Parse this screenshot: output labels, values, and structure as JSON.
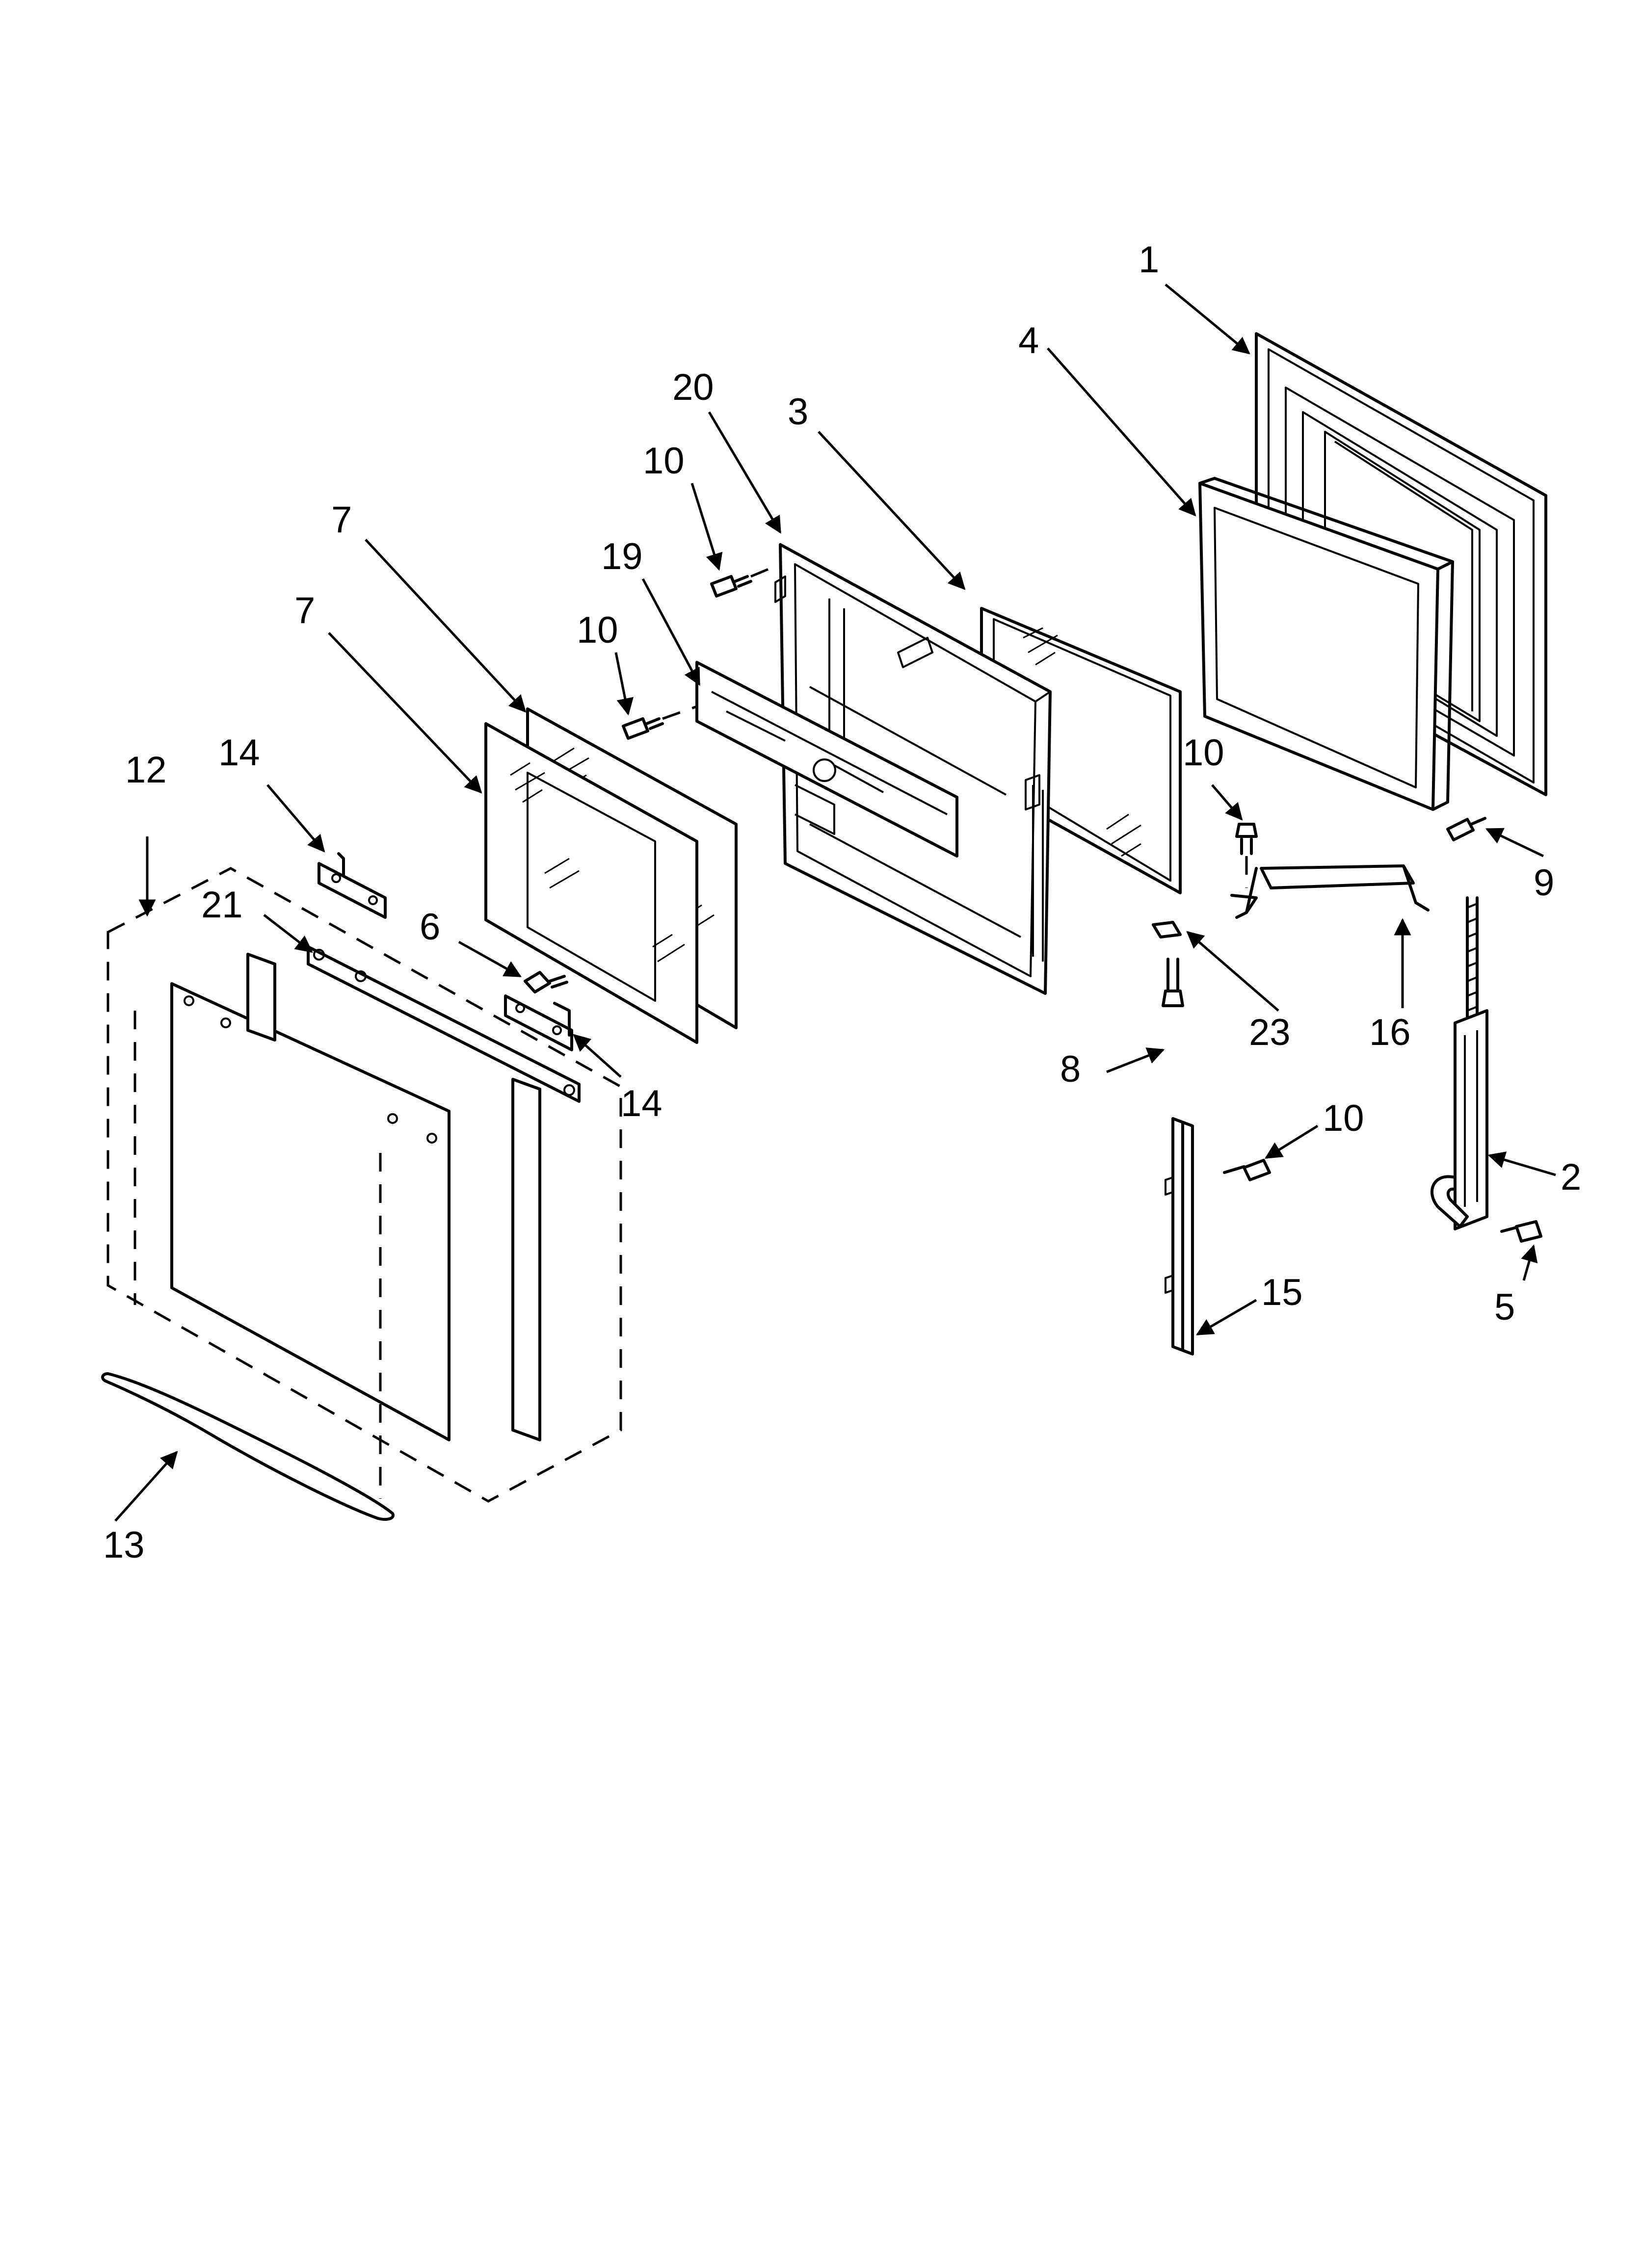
{
  "callouts": {
    "c1": "1",
    "c2": "2",
    "c3": "3",
    "c4": "4",
    "c5": "5",
    "c6": "6",
    "c7a": "7",
    "c7b": "7",
    "c8": "8",
    "c9": "9",
    "c10a": "10",
    "c10b": "10",
    "c10c": "10",
    "c10d": "10",
    "c12": "12",
    "c13": "13",
    "c14a": "14",
    "c14b": "14",
    "c15": "15",
    "c16": "16",
    "c19": "19",
    "c20": "20",
    "c21": "21",
    "c23": "23"
  },
  "colors": {
    "line": "#000000",
    "background": "#ffffff"
  }
}
